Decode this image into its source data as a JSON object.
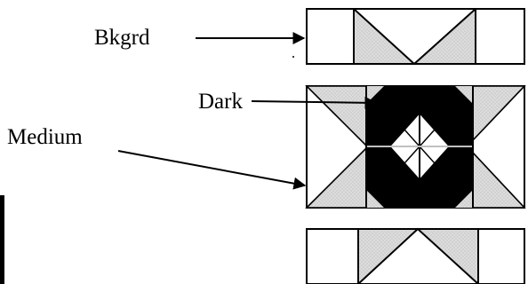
{
  "labels": {
    "background": "Bkgrd",
    "dark": "Dark",
    "medium": "Medium"
  },
  "colors": {
    "ink": "#000000",
    "medium_fill": "#d9d9d9",
    "background_fill": "#ffffff"
  }
}
